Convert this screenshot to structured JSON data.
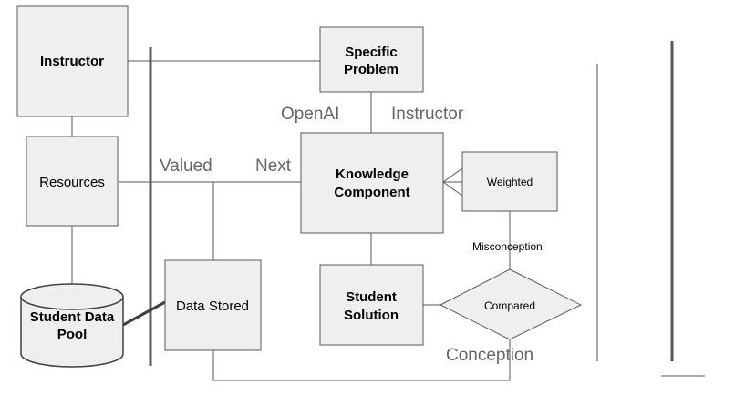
{
  "nodes": {
    "instructor": "Instructor",
    "resources": "Resources",
    "student_data_pool": [
      "Student Data",
      "Pool"
    ],
    "specific_problem": [
      "Specific",
      "Problem"
    ],
    "knowledge_component": [
      "Knowledge",
      "Component"
    ],
    "weighted": "Weighted",
    "data_stored": "Data Stored",
    "student_solution": [
      "Student",
      "Solution"
    ],
    "compared": "Compared"
  },
  "edge_labels": {
    "openai": "OpenAI",
    "instructor": "Instructor",
    "valued": "Valued",
    "next": "Next",
    "misconception": "Misconception",
    "conception": "Conception"
  },
  "colors": {
    "box_fill": "#efefef",
    "stroke": "#595959",
    "edge_label": "#666666"
  }
}
